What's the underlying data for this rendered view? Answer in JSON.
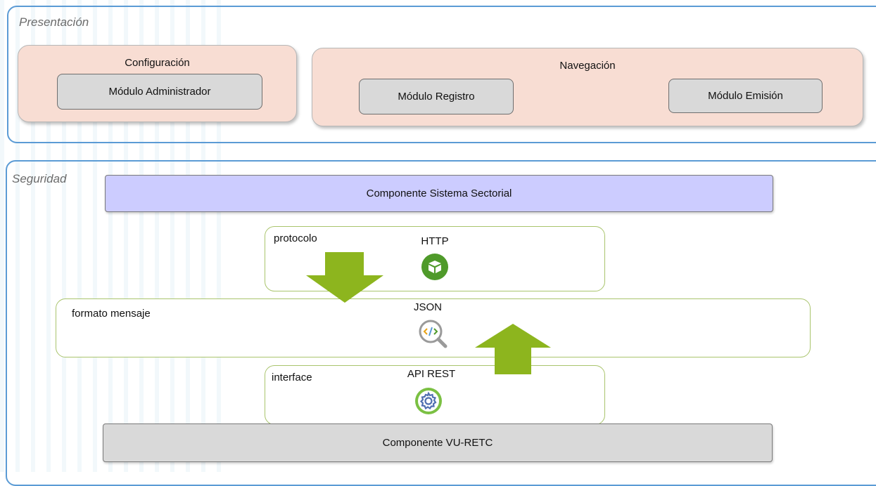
{
  "presentation": {
    "title": "Presentación",
    "configuracion": {
      "title": "Configuración",
      "modules": [
        "Módulo Administrador"
      ]
    },
    "navegacion": {
      "title": "Navegación",
      "modules": [
        "Módulo Registro",
        "Módulo Emisión"
      ]
    }
  },
  "security": {
    "title": "Seguridad",
    "top_component": "Componente Sistema Sectorial",
    "bottom_component": "Componente VU-RETC",
    "protocol": {
      "label": "protocolo",
      "name": "HTTP",
      "icon": "box-icon"
    },
    "format": {
      "label": "formato mensaje",
      "name": "JSON",
      "icon": "code-search-icon"
    },
    "interface": {
      "label": "interface",
      "name": "API REST",
      "icon": "gear-icon"
    }
  },
  "colors": {
    "layer_border": "#5b9bd5",
    "group_fill": "#f8ddd3",
    "module_fill": "#d9d9d9",
    "top_component_fill": "#ccccff",
    "bottom_component_fill": "#d9d9d9",
    "tech_border": "#a9c46c",
    "arrow_fill": "#8db51e",
    "icon_green": "#4f9a2a"
  }
}
